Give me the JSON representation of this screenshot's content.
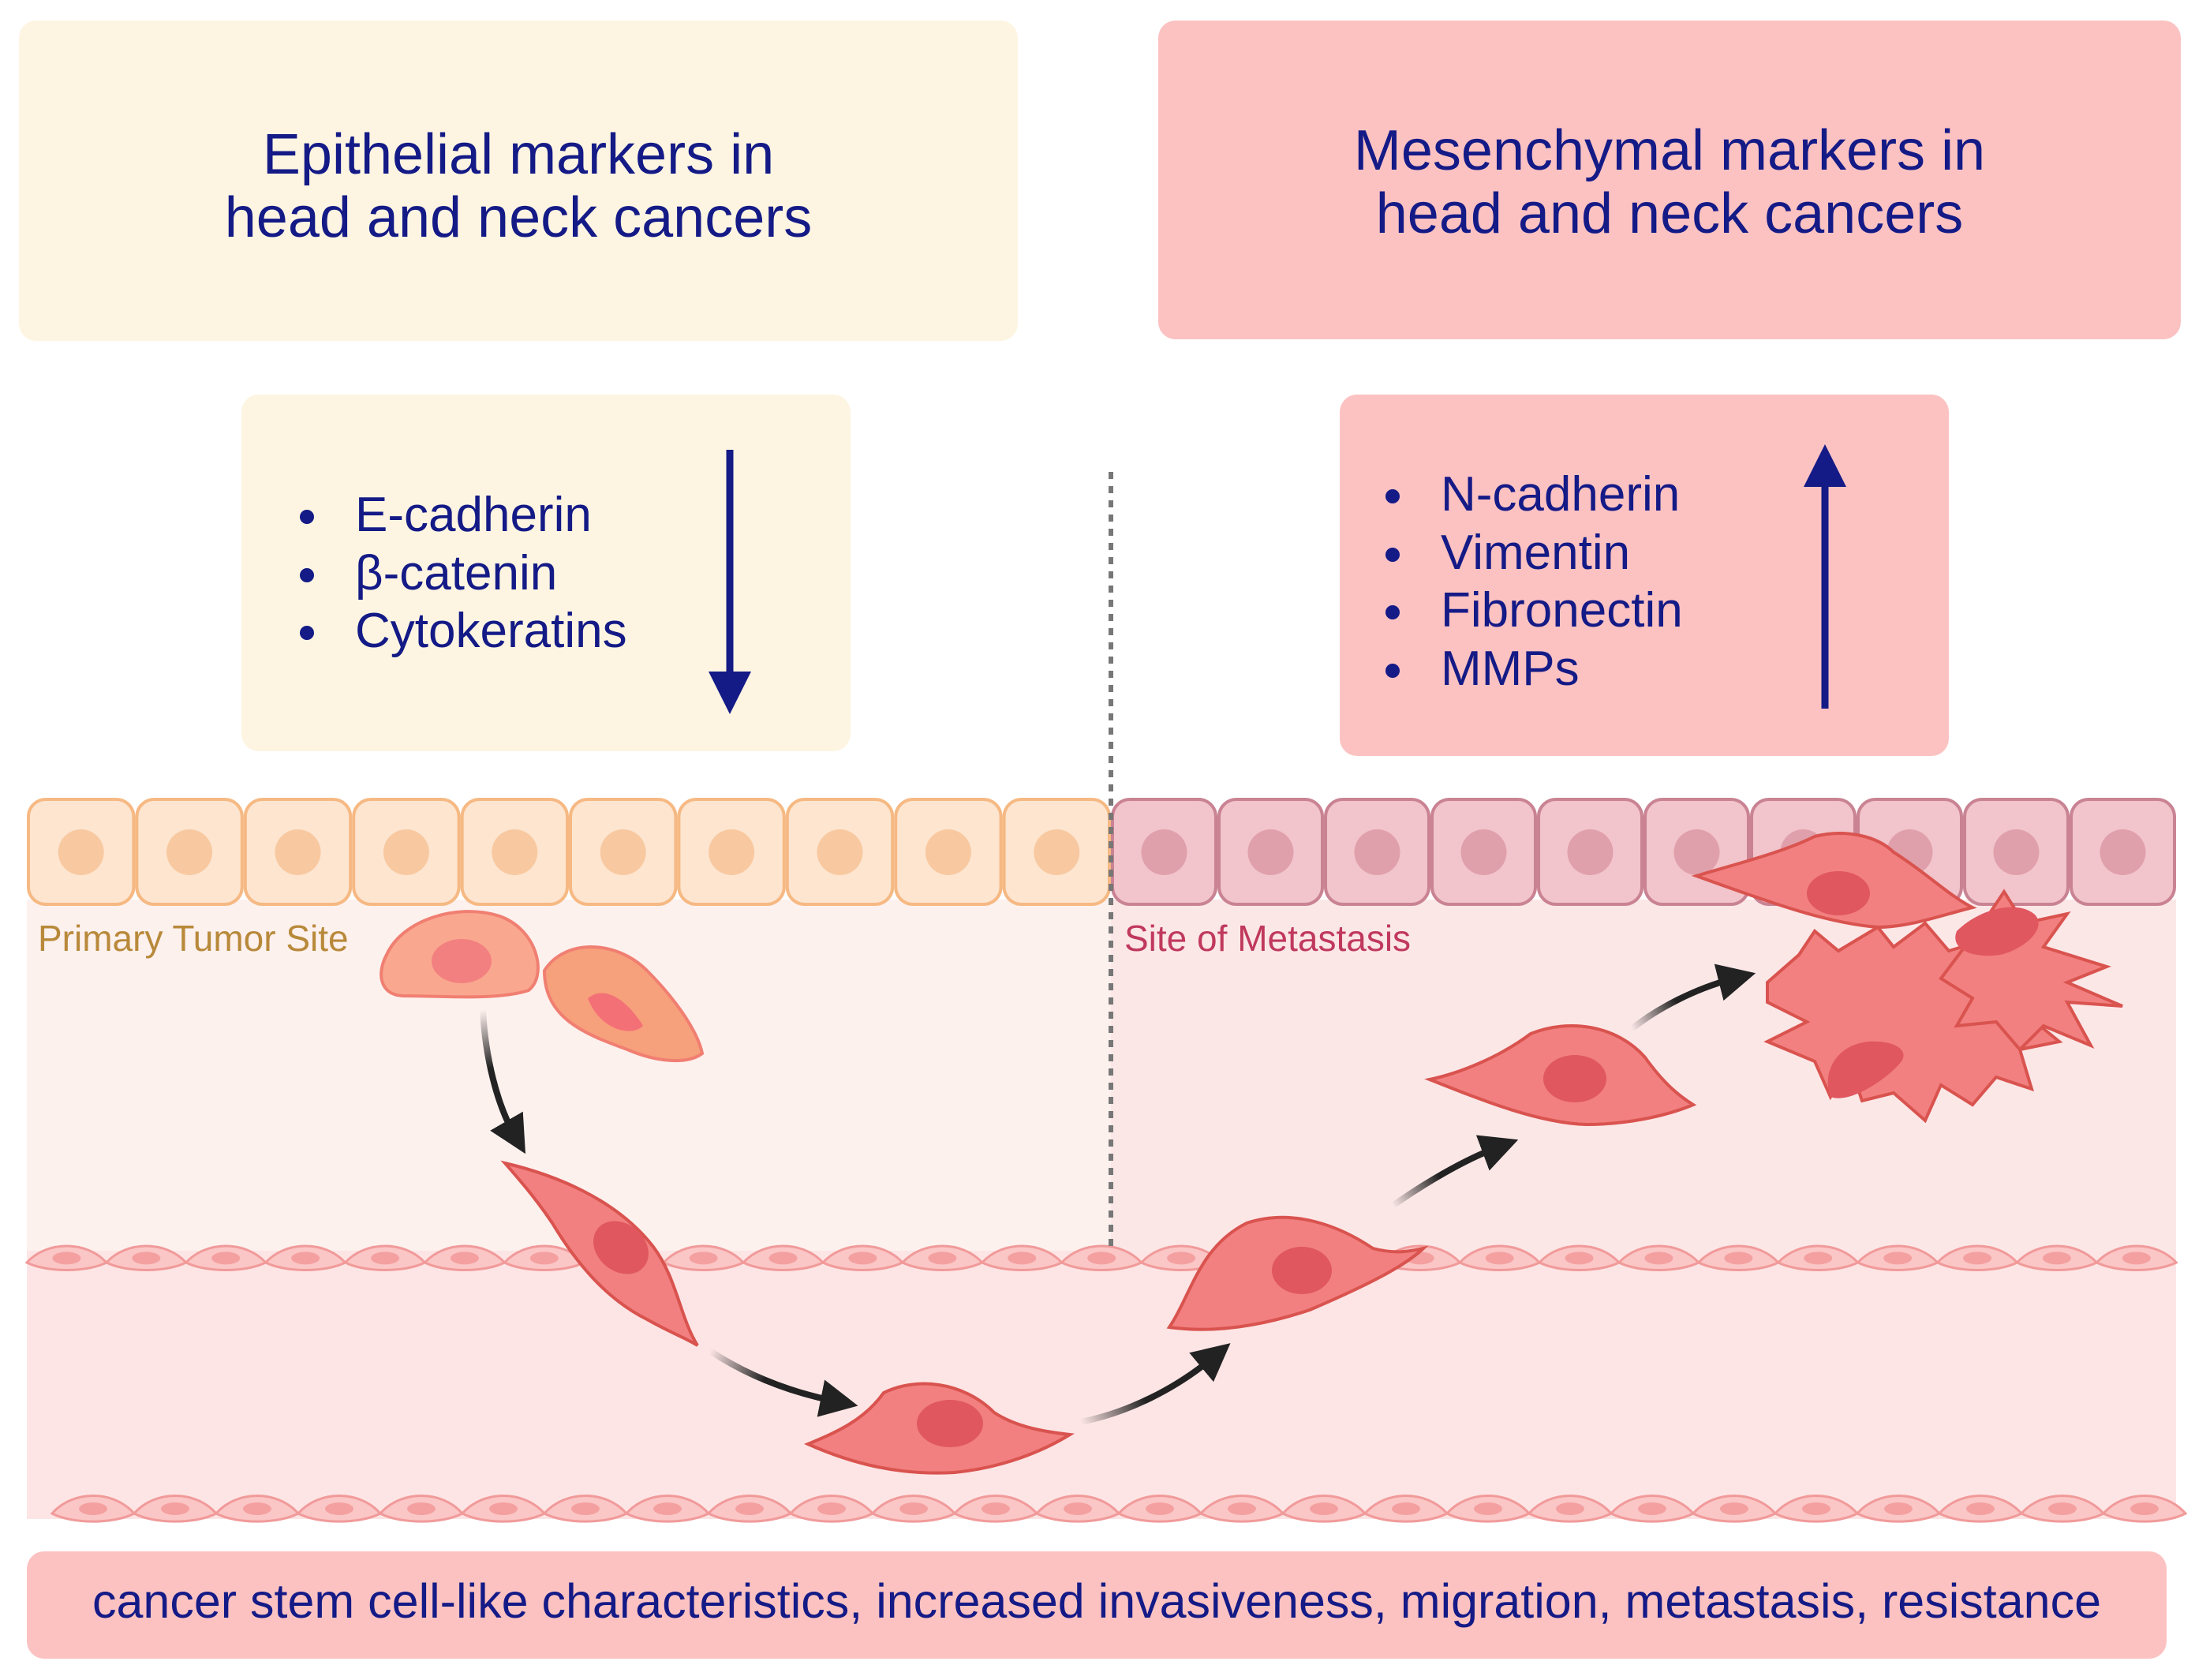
{
  "epithelial": {
    "title_line1": "Epithelial markers in",
    "title_line2": "head and neck cancers",
    "markers": [
      "E-cadherin",
      "β-catenin",
      "Cytokeratins"
    ],
    "trend": "decrease",
    "color": "#fdf5e2"
  },
  "mesenchymal": {
    "title_line1": "Mesenchymal markers in",
    "title_line2": "head and neck cancers",
    "markers": [
      "N-cadherin",
      "Vimentin",
      "Fibronectin",
      "MMPs"
    ],
    "trend": "increase",
    "color": "#fcc2c2"
  },
  "sites": {
    "primary": "Primary Tumor Site",
    "metastasis": "Site of Metastasis"
  },
  "footer": {
    "text": "cancer stem cell-like characteristics, increased invasiveness, migration, metastasis, resistance"
  },
  "colors": {
    "marker_text": "#141a86",
    "primary_label": "#b8893a",
    "metastasis_label": "#c0395c",
    "migrating_cell": "#f28080"
  },
  "icons": {
    "down_arrow": "arrow-down-icon",
    "up_arrow": "arrow-up-icon",
    "progression_arrow": "curved-arrow-icon"
  }
}
